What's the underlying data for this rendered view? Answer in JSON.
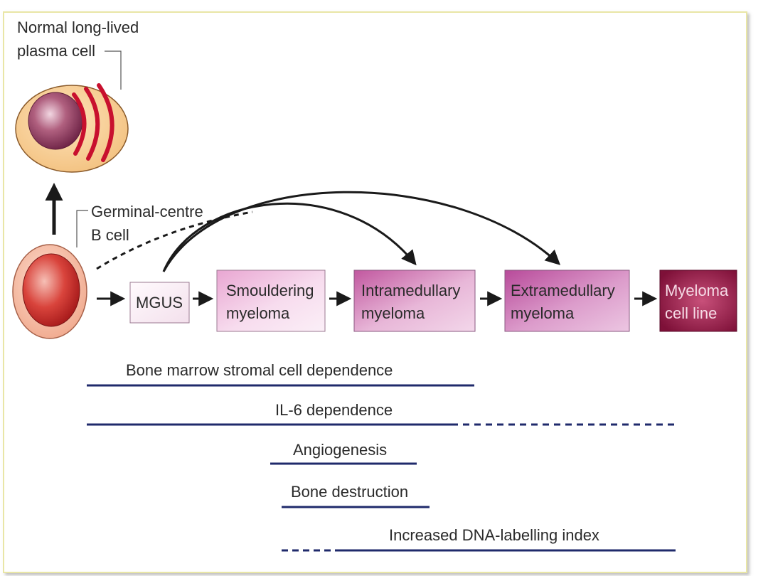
{
  "cells": {
    "plasma_cell": {
      "label_line1": "Normal long-lived",
      "label_line2": "plasma cell"
    },
    "germinal_b_cell": {
      "label_line1": "Germinal-centre",
      "label_line2": "B cell"
    }
  },
  "stages": [
    {
      "line1": "MGUS",
      "line2": ""
    },
    {
      "line1": "Smouldering",
      "line2": "myeloma"
    },
    {
      "line1": "Intramedullary",
      "line2": "myeloma"
    },
    {
      "line1": "Extramedullary",
      "line2": "myeloma"
    },
    {
      "line1": "Myeloma",
      "line2": "cell line"
    }
  ],
  "features": [
    {
      "label": "Bone marrow stromal cell dependence",
      "style": "solid"
    },
    {
      "label": "IL-6 dependence",
      "style": "solid-then-dashed"
    },
    {
      "label": "Angiogenesis",
      "style": "solid"
    },
    {
      "label": "Bone destruction",
      "style": "solid"
    },
    {
      "label": "Increased DNA-labelling index",
      "style": "dashed-then-solid"
    }
  ],
  "colors": {
    "feature_line": "#1f2a6b",
    "arrow": "#1a1a1a",
    "frame_border": "#e9e6a6",
    "plasma_cytoplasm": "#f7cf96",
    "plasma_nucleus": "#8a3a5c",
    "plasma_er": "#c8102e",
    "b_cell_outer": "#f6b8a2",
    "b_cell_nucleus": "#d12b2b",
    "stage_mgus": "#fbf2f8",
    "stage_smouldering": "#f0bfe0",
    "stage_intramedullary": "#c96db2",
    "stage_extramedullary": "#c563ac",
    "stage_cell_line": "#9a1f50"
  }
}
